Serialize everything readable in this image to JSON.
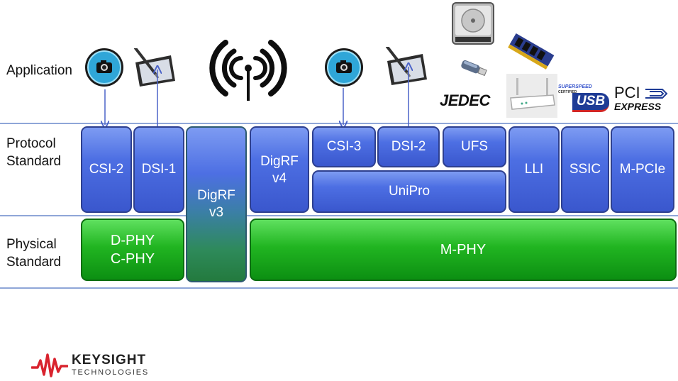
{
  "rows": {
    "application": "Application",
    "protocol": [
      "Protocol",
      "Standard"
    ],
    "physical": [
      "Physical",
      "Standard"
    ]
  },
  "blocks": {
    "csi2": "CSI-2",
    "dsi1": "DSI-1",
    "digrf_v3": [
      "DigRF",
      "v3"
    ],
    "digrf_v4": [
      "DigRF",
      "v4"
    ],
    "csi3": "CSI-3",
    "dsi2": "DSI-2",
    "ufs": "UFS",
    "unipro": "UniPro",
    "lli": "LLI",
    "ssic": "SSIC",
    "mpcie": "M-PCIe",
    "dphy_cphy": [
      "D-PHY",
      "C-PHY"
    ],
    "mphy": "M-PHY"
  },
  "logos": {
    "jedec": "JEDEC",
    "usb_top": "SUPERSPEED",
    "usb": "USB",
    "usb_small": "CERTIFIED",
    "pci": "PCI",
    "express": "EXPRESS",
    "keysight": "KEYSIGHT",
    "technologies": "TECHNOLOGIES"
  },
  "colors": {
    "protocol_blue": "#4d6fe3",
    "physical_green": "#21b521",
    "digrf_v3": "#2e7a55",
    "divider": "#8fa6d8",
    "keysight_red": "#d9232e"
  }
}
